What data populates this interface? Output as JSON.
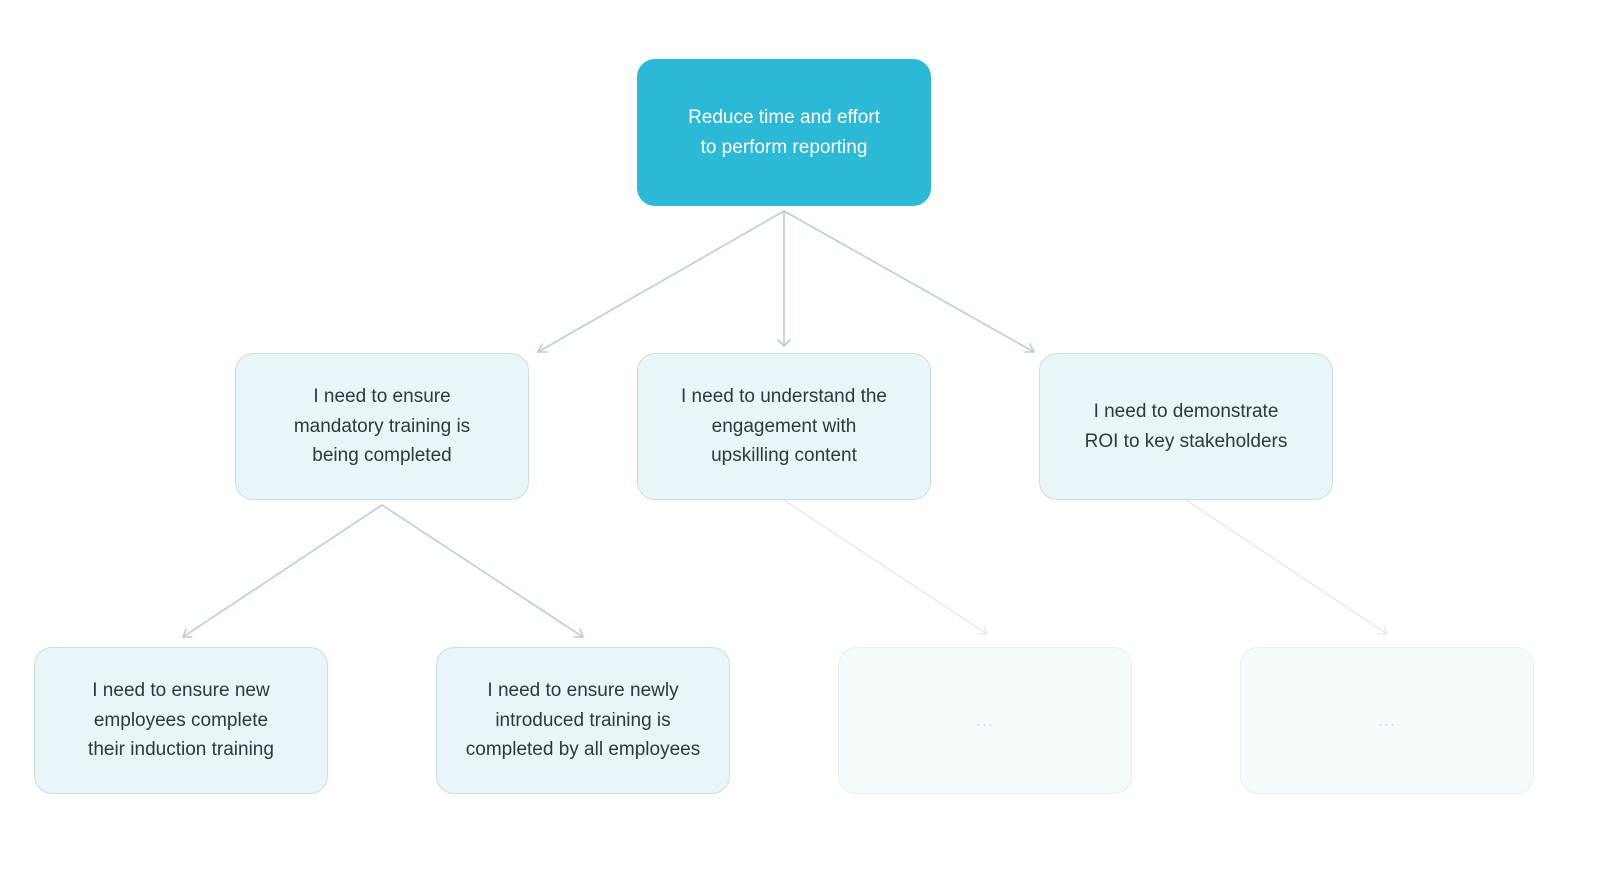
{
  "nodes": {
    "root": {
      "label": "Reduce time and effort\nto perform reporting"
    },
    "level1": [
      {
        "label": "I need to ensure\nmandatory training is\nbeing completed"
      },
      {
        "label": "I need to understand the\nengagement with\nupskilling content"
      },
      {
        "label": "I need to demonstrate\nROI to key stakeholders"
      }
    ],
    "level2": [
      {
        "label": "I need to ensure new\nemployees complete\ntheir induction training"
      },
      {
        "label": "I need to ensure newly\nintroduced training is\ncompleted by all employees"
      },
      {
        "label": "..."
      },
      {
        "label": "..."
      }
    ]
  },
  "colors": {
    "root_fill": "#2cb9d6",
    "node_fill": "#e9f6f9",
    "faded_fill": "#f5fbfc",
    "connector": "#b9cfd3",
    "connector_faded": "#e4ecee"
  }
}
